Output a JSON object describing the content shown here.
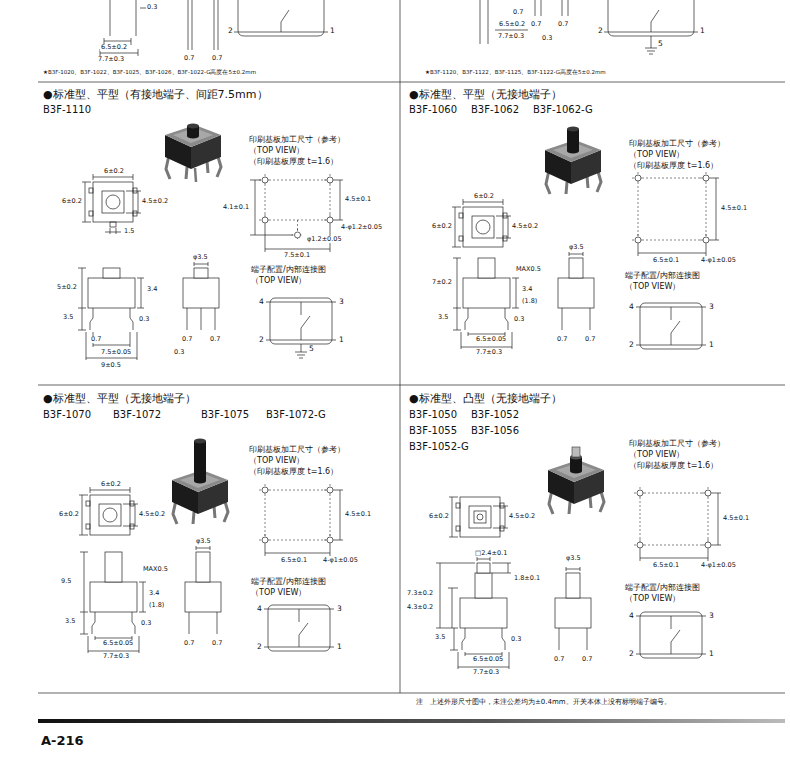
{
  "diagram": {
    "labels": [
      "0.3",
      "6.5±0.2",
      "7.7±0.3",
      "0.7",
      "0.7",
      "2",
      "1",
      "★B3F-1020、B3F-1022、B3F-1025、B3F-1026、B3F-1022-G高度在5±0.2mm",
      "0.7",
      "6.5±0.2",
      "7.7±0.3",
      "0.7",
      "0.7",
      "0.3",
      "2",
      "1",
      "5",
      "★B3F-1120、B3F-1122、B3F-1125、B3F-1122-G高度在5±0.2mm",
      "●标准型、平型（有接地端子、间距7.5mm）",
      "B3F-1110",
      "6±0.2",
      "6±0.2",
      "4.5±0.2",
      "1.5",
      "印刷基板加工尺寸（参考）",
      "（TOP VIEW）",
      "（印刷基板厚度 t=1.6）",
      "4.5±0.1",
      "4.1±0.1",
      "φ1.2±0.05",
      "4-φ1.2±0.05",
      "7.5±0.1",
      "5±0.2",
      "3.4",
      "3.5",
      "0.3",
      "0.7",
      "7.5±0.05",
      "9±0.5",
      "φ3.5",
      "0.7",
      "0.7",
      "0.3",
      "端子配置/内部连接图",
      "（TOP VIEW）",
      "4",
      "3",
      "2",
      "1",
      "5",
      "●标准型、平型（无接地端子）",
      "B3F-1060",
      "B3F-1062",
      "B3F-1062-G",
      "6±0.2",
      "6±0.2",
      "4.5±0.2",
      "印刷基板加工尺寸（参考）",
      "（TOP VIEW）",
      "（印刷基板厚度 t=1.6）",
      "4.5±0.1",
      "6.5±0.1",
      "4-φ1±0.05",
      "MAX0.5",
      "7±0.2",
      "3.4",
      "(1.8)",
      "3.5",
      "0.3",
      "6.5±0.05",
      "7.7±0.3",
      "φ3.5",
      "0.7",
      "0.7",
      "端子配置/内部连接图",
      "（TOP VIEW）",
      "4",
      "3",
      "2",
      "1",
      "●标准型、平型（无接地端子）",
      "B3F-1070",
      "B3F-1072",
      "B3F-1075",
      "B3F-1072-G",
      "6±0.2",
      "6±0.2",
      "4.5±0.2",
      "印刷基板加工尺寸（参考）",
      "（TOP VIEW）",
      "（印刷基板厚度 t=1.6）",
      "4.5±0.1",
      "6.5±0.1",
      "4-φ1±0.05",
      "MAX0.5",
      "9.5",
      "3.4",
      "(1.8)",
      "3.5",
      "0.3",
      "6.5±0.05",
      "7.7±0.3",
      "φ3.5",
      "0.7",
      "0.7",
      "端子配置/内部连接图",
      "（TOP VIEW）",
      "4",
      "3",
      "2",
      "1",
      "●标准型、凸型（无接地端子）",
      "B3F-1050",
      "B3F-1052",
      "B3F-1055",
      "B3F-1056",
      "B3F-1052-G",
      "6±0.2",
      "4.5±0.2",
      "印刷基板加工尺寸（参考）",
      "（TOP VIEW）",
      "（印刷基板厚度 t=1.6）",
      "4.5±0.1",
      "6.5±0.1",
      "4-φ1±0.05",
      "□2.4±0.1",
      "1.8±0.1",
      "φ3.5",
      "7.3±0.2",
      "4.3±0.2",
      "3.5",
      "0.3",
      "6.5±0.05",
      "7.7±0.3",
      "0.7",
      "0.7",
      "端子配置/内部连接图",
      "（TOP VIEW）",
      "4",
      "3",
      "2",
      "1",
      "注　上述外形尺寸图中，未注公差均为±0.4mm。开关本体上没有标明端子编号。",
      "A-216"
    ]
  }
}
